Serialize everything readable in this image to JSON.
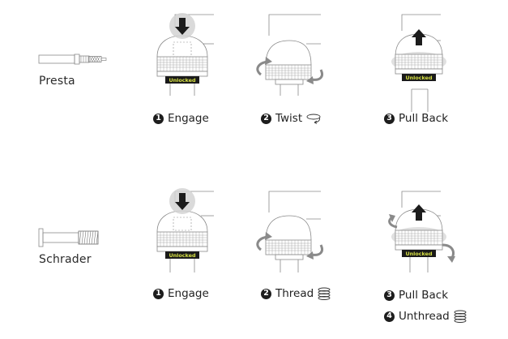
{
  "rows": [
    {
      "valve": "Presta",
      "steps": [
        {
          "num": "1",
          "label": "Engage",
          "extra_icon": "",
          "badge": "Unlocked"
        },
        {
          "num": "2",
          "label": "Twist",
          "extra_icon": "twist-icon"
        },
        {
          "num": "3",
          "label": "Pull Back",
          "extra_icon": "",
          "badge": "Unlocked"
        }
      ]
    },
    {
      "valve": "Schrader",
      "steps": [
        {
          "num": "1",
          "label": "Engage",
          "extra_icon": "",
          "badge": "Unlocked"
        },
        {
          "num": "2",
          "label": "Thread",
          "extra_icon": "thread-coil-icon"
        },
        {
          "num": "3",
          "label": "Pull Back",
          "extra_icon": "",
          "badge": "Unlocked"
        },
        {
          "num": "4",
          "label": "Unthread",
          "extra_icon": "thread-coil-icon"
        }
      ]
    }
  ],
  "colors": {
    "badge_bg": "#1a1a1a",
    "badge_text": "#d6e043",
    "arrow": "#1c1c1c",
    "line": "#8a8a8a"
  }
}
